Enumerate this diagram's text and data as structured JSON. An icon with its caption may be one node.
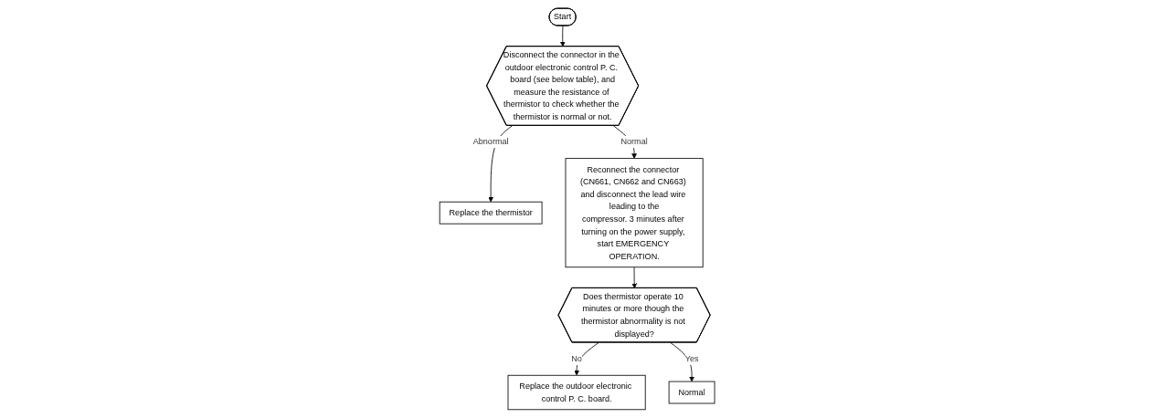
{
  "diagram": {
    "nodes": [
      {
        "text": [
          "Start"
        ]
      },
      {
        "text": [
          "Disconnect the connector in the outdoor electronic control P. C. board (see below table), and measure the resistance of thermistor to check whether the thermistor is normal or not."
        ]
      },
      {
        "text": [
          "Replace the thermistor"
        ]
      },
      {
        "text": [
          "Reconnect the connector (CN661, CN662 and CN663) and disconnect the lead wire leading to the compressor. 3 minutes after turning on the power supply, start EMERGENCY OPERATION."
        ]
      },
      {
        "text": [
          "Does thermistor operate 10 minutes or more though the thermistor abnormality is not displayed?"
        ]
      },
      {
        "text": [
          "Replace the outdoor electronic control P. C. board."
        ]
      },
      {
        "text": [
          "Normal"
        ]
      }
    ],
    "edges": [
      {
        "from": 0,
        "to": 1,
        "arrow": "to"
      },
      {
        "from": 1,
        "to": 2,
        "arrow": "to",
        "label": "Abnormal"
      },
      {
        "from": 1,
        "to": 3,
        "arrow": "to",
        "label": "Normal"
      },
      {
        "from": 3,
        "to": 4,
        "arrow": "to"
      },
      {
        "from": 4,
        "to": 5,
        "arrow": "to",
        "label": "No"
      },
      {
        "from": 4,
        "to": 6,
        "arrow": "to",
        "label": "Yes"
      }
    ]
  }
}
